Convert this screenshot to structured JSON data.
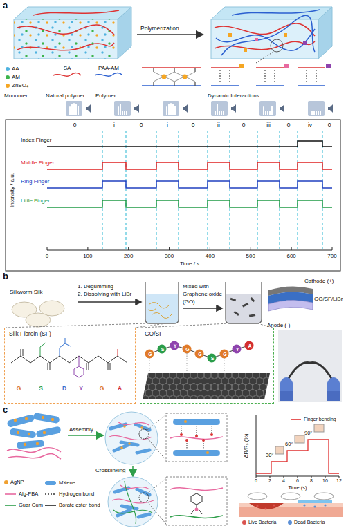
{
  "diagram": {
    "nodes": [
      {
        "text": [
          "Silk Fibroin (SF)",
          "G",
          "S",
          "D",
          "Y",
          "G",
          "A"
        ]
      },
      {
        "text": [
          "GO/SF",
          "G",
          "S",
          "Y",
          "G",
          "G",
          "S",
          "G",
          "Y",
          "A"
        ]
      }
    ],
    "labels": [
      "a",
      "Polymerization",
      "Monomer",
      "Natural polymer",
      "Polymer",
      "Dynamic Interactions",
      "0",
      "i",
      "0",
      "i",
      "0",
      "ii",
      "0",
      "iii",
      "0",
      "iv",
      "0",
      "Index Finger",
      "Middle Finger",
      "Ring Finger",
      "Little Finger",
      "Intensity / a.u.",
      "0",
      "100",
      "200",
      "300",
      "400",
      "500",
      "600",
      "700",
      "Time / s",
      "b",
      "Silkworm Silk",
      "1. Degumming",
      "2. Dissolving with LiBr",
      "Mixed with",
      "Graphene oxide",
      "(GO)",
      "Cathode (+)",
      "GO/SF/LiBr",
      "Anode (-)",
      "c",
      "Assembly",
      "Crosslinking",
      "30°",
      "60°",
      "90°",
      "ΔR/R₀ (%)",
      "Time (s)",
      "0",
      "2",
      "4",
      "6",
      "8",
      "10",
      "12"
    ],
    "legend": [
      {
        "text": "AA",
        "color": "#4fb3e0"
      },
      {
        "text": "AM",
        "color": "#3cb44b"
      },
      {
        "text": "ZnSO₄",
        "color": "#f5a623"
      },
      {
        "text": "SA"
      },
      {
        "text": "PAA-AM"
      },
      {
        "text": "AgNP",
        "color": "#f0a030"
      },
      {
        "text": "MXene"
      },
      {
        "text": "Alg-PBA"
      },
      {
        "text": "Hydrogen bond"
      },
      {
        "text": "Guar Gum"
      },
      {
        "text": "Borate ester bond"
      },
      {
        "text": "Finger bending"
      },
      {
        "text": "Live Bacteria",
        "color": "#d9534f"
      },
      {
        "text": "Dead Bacteria",
        "color": "#5b8fd6"
      }
    ]
  }
}
